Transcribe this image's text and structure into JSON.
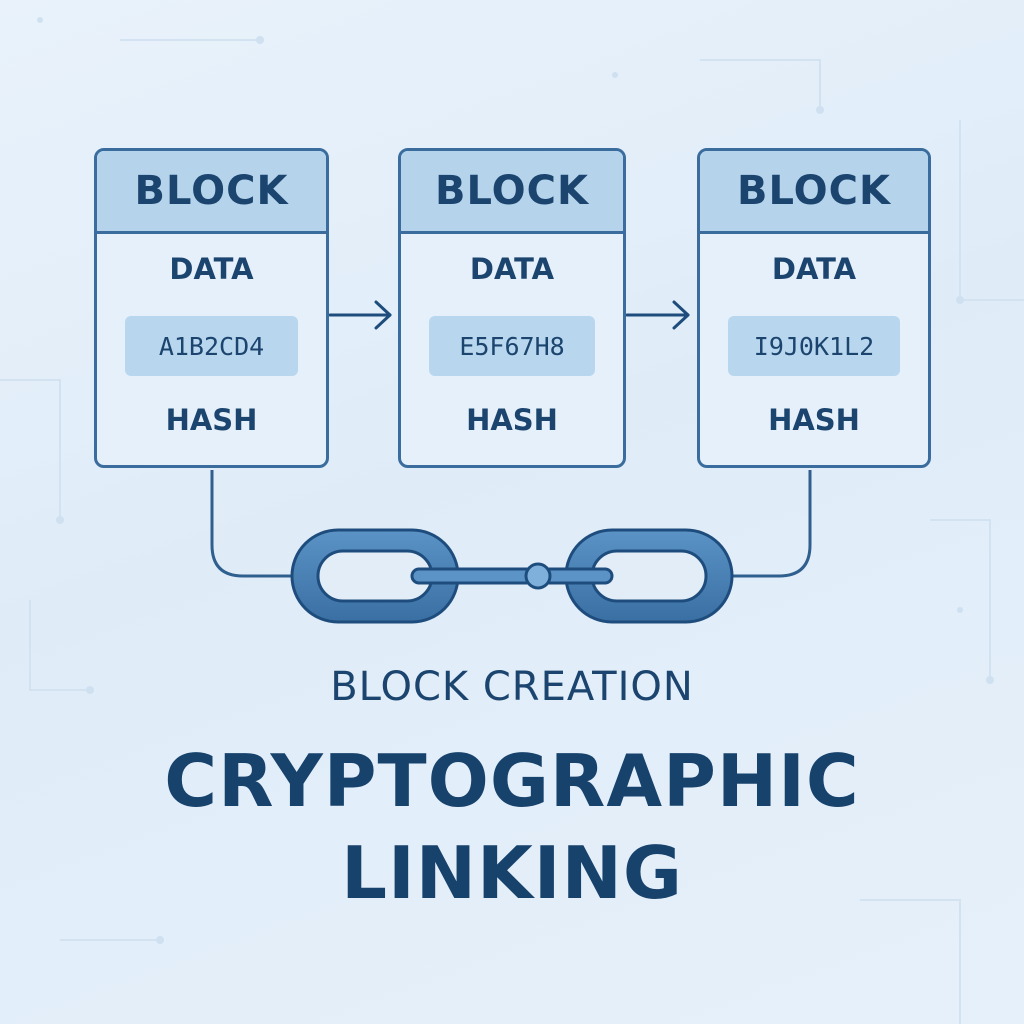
{
  "diagram": {
    "blocks": [
      {
        "header": "BLOCK",
        "data_label": "DATA",
        "hash_value": "A1B2CD4",
        "hash_label": "HASH"
      },
      {
        "header": "BLOCK",
        "data_label": "DATA",
        "hash_value": "E5F67H8",
        "hash_label": "HASH"
      },
      {
        "header": "BLOCK",
        "data_label": "DATA",
        "hash_value": "I9J0K1L2",
        "hash_label": "HASH"
      }
    ],
    "icons": [
      "arrow-right-icon",
      "arrow-right-icon",
      "chain-link-icon"
    ]
  },
  "caption": {
    "subtitle": "BLOCK CREATION",
    "title_line1": "CRYPTOGRAPHIC",
    "title_line2": "LINKING"
  },
  "colors": {
    "background": "#e4eef9",
    "block_border": "#3a6d9e",
    "block_header_fill": "#b5d4ec",
    "text_dark_blue": "#1b446e",
    "chain_fill": "#3f78ad"
  }
}
